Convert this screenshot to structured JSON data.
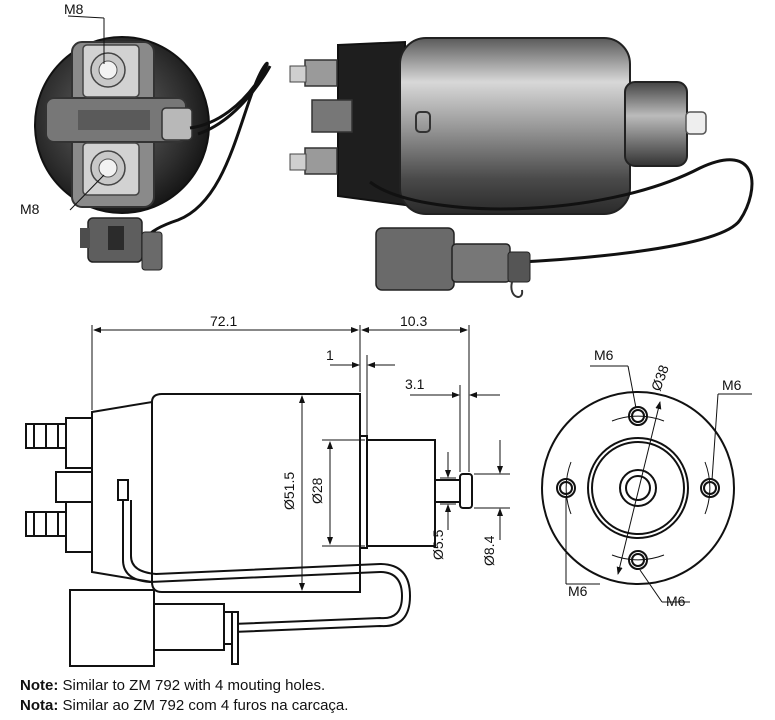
{
  "photo_labels": {
    "terminal_top": "M8",
    "terminal_bottom": "M8"
  },
  "dimensions": {
    "overall_length": "72.1",
    "plunger_extension": "10.3",
    "flange_thickness": "1",
    "tip_length": "3.1",
    "body_diameter": "Ø51.5",
    "boss_diameter": "Ø28",
    "shaft_diameter": "Ø5.5",
    "tip_diameter": "Ø8.4"
  },
  "end_view": {
    "bolt_circle": "Ø38",
    "hole_top": "M6",
    "hole_right": "M6",
    "hole_left": "M6",
    "hole_bottom": "M6"
  },
  "notes": [
    {
      "prefix": "Note:",
      "text": "Similar to ZM 792 with 4 mouting holes."
    },
    {
      "prefix": "Nota:",
      "text": "Similar ao ZM 792 com 4 furos na carcaça."
    }
  ]
}
